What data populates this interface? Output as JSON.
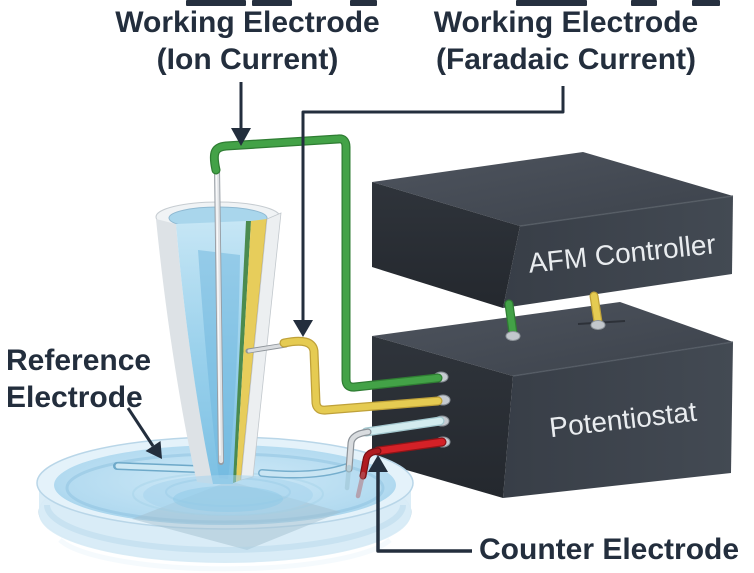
{
  "figure": {
    "labels": {
      "working_ion": "Working Electrode\n(Ion Current)",
      "working_faradaic": "Working Electrode\n(Faradaic Current)",
      "reference": "Reference\nElectrode",
      "counter": "Counter Electrode"
    },
    "devices": {
      "afm_controller": "AFM Controller",
      "potentiostat": "Potentiostat"
    },
    "colors": {
      "label_text": "#232e3d",
      "device_text": "#e9ecef",
      "box_top": "#474d56",
      "box_front": "#3a4049",
      "box_side": "#2b3037",
      "wire_green": "#43a247",
      "wire_yellow": "#e5cb52",
      "wire_cyan": "#d3ecef",
      "wire_red": "#d42127",
      "wire_silver": "#d9dcdf",
      "pipette_gold": "#e7cd5b",
      "pipette_liquid": "#8ec9e8",
      "dish_liquid": "#aed8ef",
      "callout_line": "#232e3d"
    }
  }
}
